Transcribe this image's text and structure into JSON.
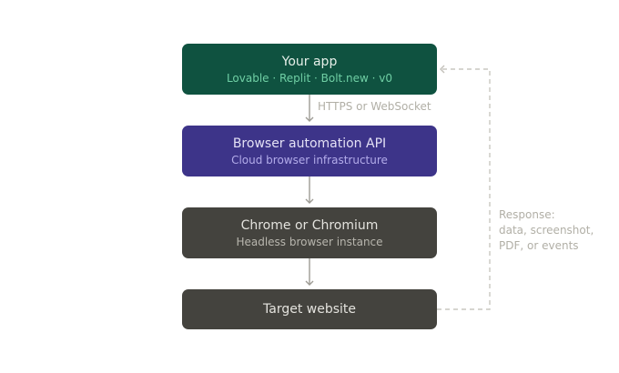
{
  "nodes": {
    "app": {
      "title": "Your app",
      "subtitle": "Lovable · Replit · Bolt.new · v0"
    },
    "api": {
      "title": "Browser automation API",
      "subtitle": "Cloud browser infrastructure"
    },
    "chrome": {
      "title": "Chrome or Chromium",
      "subtitle": "Headless browser instance"
    },
    "target": {
      "title": "Target website"
    }
  },
  "edges": {
    "app_to_api": "HTTPS or WebSocket",
    "response": [
      "Response:",
      "data, screenshot,",
      "PDF, or events"
    ]
  },
  "colors": {
    "app_bg": "#0f5240",
    "app_subtitle": "#6fcfa4",
    "api_bg": "#3d3489",
    "api_subtitle": "#b3acea",
    "neutral_bg": "#44433e",
    "connector": "#a3a19a",
    "return_path": "#c9c7c0",
    "edge_label": "#b1afa6"
  }
}
